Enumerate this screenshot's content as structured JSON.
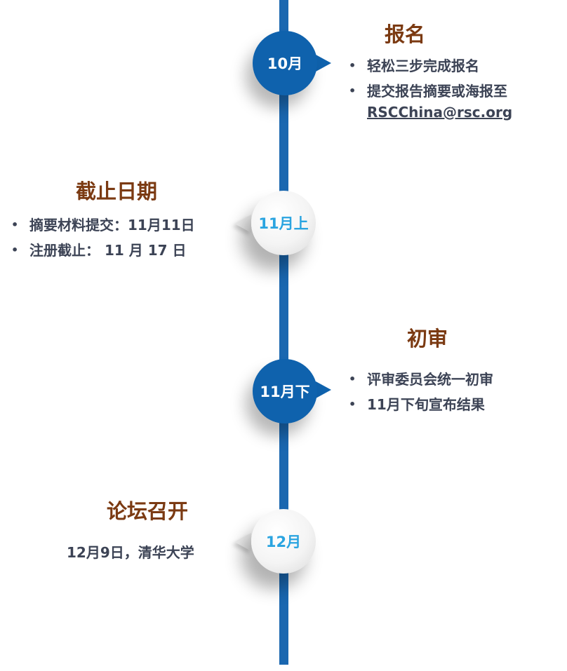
{
  "timeline": [
    {
      "node_label": "10月",
      "title": "报名",
      "items": [
        "轻松三步完成报名",
        "提交报告摘要或海报至"
      ],
      "email": "RSCChina@rsc.org"
    },
    {
      "node_label": "11月上",
      "title": "截止日期",
      "items": [
        "摘要材料提交：11月11日",
        "注册截止： 11 月 17 日"
      ]
    },
    {
      "node_label": "11月下",
      "title": "初审",
      "items": [
        "评审委员会统一初审",
        "11月下旬宣布结果"
      ]
    },
    {
      "node_label": "12月",
      "title": "论坛召开",
      "text": "12月9日，清华大学"
    }
  ],
  "colors": {
    "line": "#1a67b0",
    "node_blue": "#0f62ad",
    "node_white_text": "#2aa4e0",
    "title": "#7b3a12",
    "body_text": "#3c4355"
  }
}
